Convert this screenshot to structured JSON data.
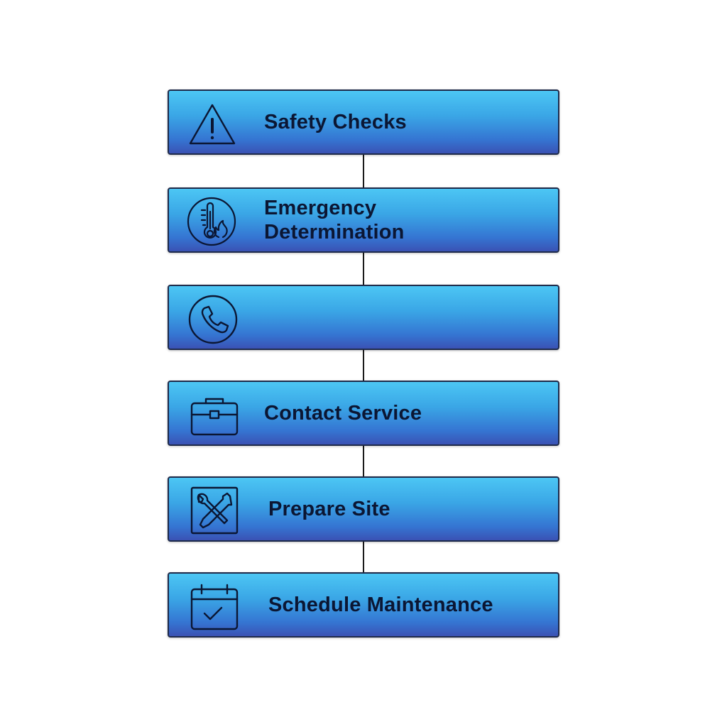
{
  "steps": [
    {
      "label": "Safety Checks",
      "icon": "warning-triangle-icon"
    },
    {
      "label": "Emergency\nDetermination",
      "icon": "thermometer-fire-icon"
    },
    {
      "label": "",
      "icon": "phone-icon"
    },
    {
      "label": "Contact Service",
      "icon": "toolbox-icon"
    },
    {
      "label": "Prepare Site",
      "icon": "wrench-screwdriver-icon"
    },
    {
      "label": "Schedule Maintenance",
      "icon": "calendar-check-icon"
    }
  ],
  "colors": {
    "box_top": "#4cc6f4",
    "box_bottom": "#3a52b4",
    "border": "#1e2a4a",
    "text": "#0b1633",
    "connector": "#1a1a1a"
  }
}
